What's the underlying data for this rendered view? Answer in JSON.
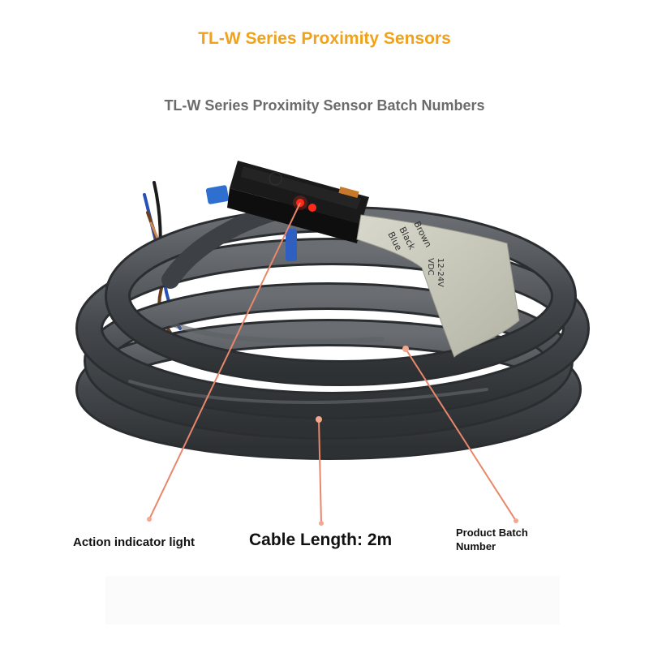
{
  "header": {
    "title": "TL-W Series Proximity Sensors",
    "subtitle": "TL-W Series Proximity Sensor Batch Numbers"
  },
  "product_label": {
    "line1": "Brown",
    "line2": "Black",
    "line3": "Blue",
    "voltage": "12-24V",
    "unit": "VDC"
  },
  "callouts": {
    "action_light": "Action indicator light",
    "cable_length": "Cable Length: 2m",
    "batch_number": "Product Batch Number"
  },
  "colors": {
    "title": "#f0a21a",
    "subtitle": "#6b6b6b",
    "cable": "#4a4e52",
    "leader_line": "#e8876a",
    "indicator": "#ff2a1a"
  }
}
